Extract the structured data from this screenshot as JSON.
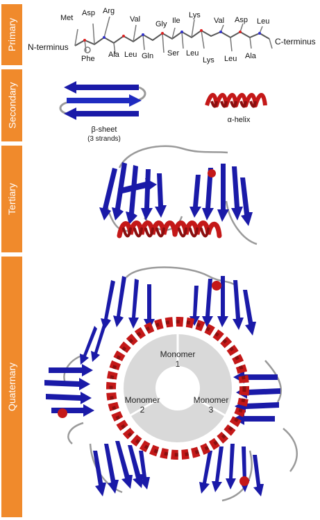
{
  "panels": {
    "primary": "Primary",
    "secondary": "Secondary",
    "tertiary": "Tertiary",
    "quaternary": "Quaternary"
  },
  "primary": {
    "n_terminus": "N-terminus",
    "c_terminus": "C-terminus",
    "residues_top": [
      "Met",
      "Asp",
      "Arg",
      "Val",
      "Gly",
      "Ile",
      "Lys",
      "Val",
      "Asp",
      "Leu"
    ],
    "residues_bottom": [
      "Phe",
      "Ala",
      "Leu",
      "Gln",
      "Ser",
      "Leu",
      "Lys",
      "Leu",
      "Ala"
    ]
  },
  "secondary": {
    "beta_label": "β-sheet",
    "beta_sub": "(3 strands)",
    "alpha_label": "α-helix"
  },
  "quaternary": {
    "monomer_label": "Monomer",
    "monomers": [
      "1",
      "2",
      "3"
    ]
  },
  "colors": {
    "panel_orange": "#f08a2c",
    "strand_blue": "#1a1aa8",
    "helix_red": "#c41818",
    "loop_grey": "#9a9a9a",
    "monomer_grey": "#d9d9d9"
  }
}
